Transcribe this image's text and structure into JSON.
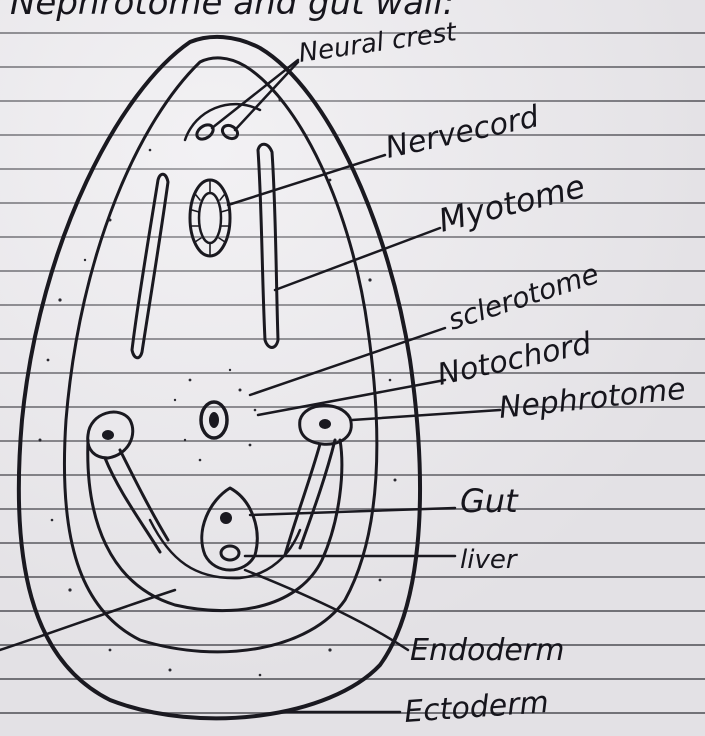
{
  "header_fragment": "Nephrotome and gut wall:",
  "labels": {
    "neural_crest": "Neural crest",
    "nerve_cord": "Nervecord",
    "myotome": "Myotome",
    "sclerotome": "sclerotome",
    "notochord": "Notochord",
    "nephrotome": "Nephrotome",
    "gut": "Gut",
    "liver": "liver",
    "endoderm": "Endoderm",
    "ectoderm": "Ectoderm"
  },
  "colors": {
    "ink": "#1a1920",
    "paper": "#eceaee",
    "rule": "#77767c"
  }
}
